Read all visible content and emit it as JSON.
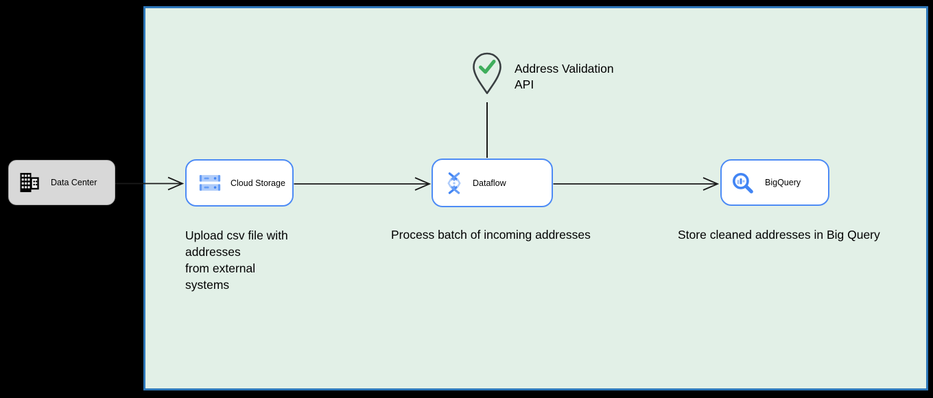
{
  "diagram": {
    "colors": {
      "page_background": "#000000",
      "cloud_zone_fill": "#e2f0e7",
      "cloud_zone_border": "#2e78ba",
      "node_border": "#4d8bf5",
      "data_center_fill": "#d8d8d8",
      "edge": "#1a1a1a",
      "gcp_blue": "#4285f4",
      "gcp_blue_mid": "#669df6",
      "gcp_blue_light": "#aecbfa",
      "check_green": "#3fae5c",
      "pin_outline": "#3a3f42"
    },
    "nodes": {
      "data_center": {
        "label": "Data Center",
        "icon": "building-icon"
      },
      "cloud_storage": {
        "label": "Cloud Storage",
        "icon": "cloud-storage-icon"
      },
      "dataflow": {
        "label": "Dataflow",
        "icon": "dataflow-icon"
      },
      "bigquery": {
        "label": "BigQuery",
        "icon": "bigquery-icon"
      },
      "address_validation": {
        "label": "Address Validation\nAPI",
        "icon": "map-pin-check-icon"
      }
    },
    "captions": {
      "upload": "Upload csv file with\naddresses\nfrom external\nsystems",
      "process": "Process batch of incoming addresses",
      "store": "Store cleaned addresses in Big Query"
    },
    "edges": [
      {
        "from": "data_center",
        "to": "cloud_storage"
      },
      {
        "from": "cloud_storage",
        "to": "dataflow"
      },
      {
        "from": "dataflow",
        "to": "bigquery"
      },
      {
        "from": "address_validation",
        "to": "dataflow"
      }
    ]
  }
}
